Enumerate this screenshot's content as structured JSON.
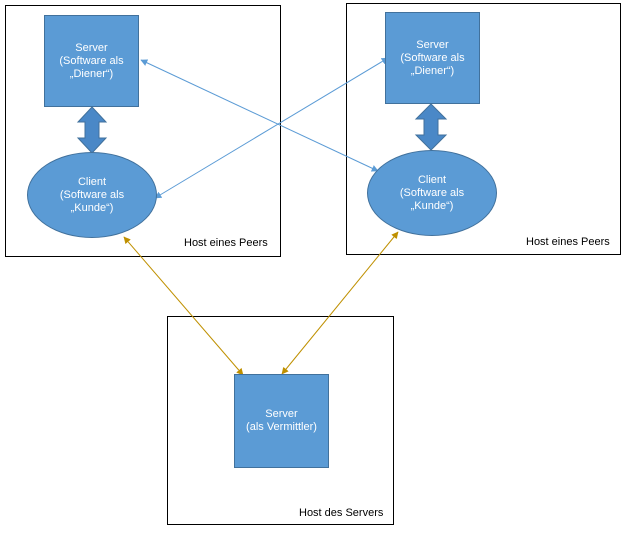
{
  "hosts": {
    "peer_left": {
      "label": "Host eines Peers",
      "server": {
        "line1": "Server",
        "line2": "(Software als",
        "line3": "„Diener“)"
      },
      "client": {
        "line1": "Client",
        "line2": "(Software als",
        "line3": "„Kunde“)"
      }
    },
    "peer_right": {
      "label": "Host eines Peers",
      "server": {
        "line1": "Server",
        "line2": "(Software als",
        "line3": "„Diener“)"
      },
      "client": {
        "line1": "Client",
        "line2": "(Software als",
        "line3": "„Kunde“)"
      }
    },
    "server_host": {
      "label": "Host des Servers",
      "server": {
        "line1": "Server",
        "line2": "(als Vermittler)"
      }
    }
  },
  "colors": {
    "node_fill": "#5b9bd5",
    "node_border": "#41719c",
    "block_arrow": "#4a88c7",
    "p2p_line": "#5b9bd5",
    "broker_line": "#bf9000"
  }
}
